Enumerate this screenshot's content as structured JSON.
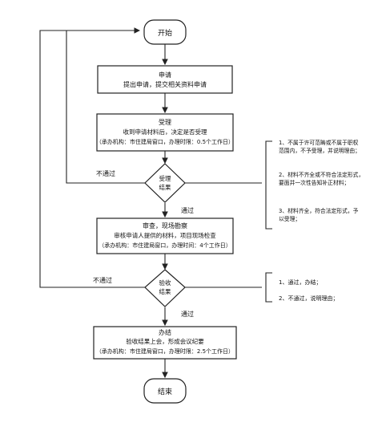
{
  "nodes": {
    "start": {
      "label": "开始"
    },
    "apply": {
      "lines": [
        "申请",
        "提出申请，提交相关资料申请"
      ]
    },
    "accept": {
      "lines": [
        "受理",
        "收到申请材料后，决定是否受理",
        "（承办机构：市住建局窗口，办理时限：0.5个工作日）"
      ]
    },
    "accept_decision": {
      "lines": [
        "受理",
        "结果"
      ]
    },
    "review": {
      "lines": [
        "审查，现场勘察",
        "审核申请人提供的材料，项目现场检查",
        "（承办机构：市住建局窗口，办理时间：4个工作日）"
      ]
    },
    "acceptance_decision": {
      "lines": [
        "验收",
        "结果"
      ]
    },
    "handle": {
      "lines": [
        "办结",
        "验收结果上会，形成会议纪要",
        "（承办机构：市住建局窗口，办理时限：2.5个工作日）"
      ]
    },
    "end": {
      "label": "结束"
    }
  },
  "edges": {
    "reject1": "不通过",
    "pass1": "通过",
    "reject2": "不通过",
    "pass2": "通过"
  },
  "notes": {
    "accept": [
      {
        "lines": [
          "1、不属于许可范畴或不属于职权",
          "范围内，不予受理，并说明理由；"
        ]
      },
      {
        "lines": [
          "2、材料不齐全或不符合法定形式，",
          "要面并一次性告知补正材料；"
        ]
      },
      {
        "lines": [
          "3、材料齐全，符合法定形式，予",
          "以受理；"
        ]
      }
    ],
    "acceptance": [
      {
        "lines": [
          "1、通过，办结；"
        ]
      },
      {
        "lines": [
          "2、不通过，说明理由；"
        ]
      }
    ]
  }
}
